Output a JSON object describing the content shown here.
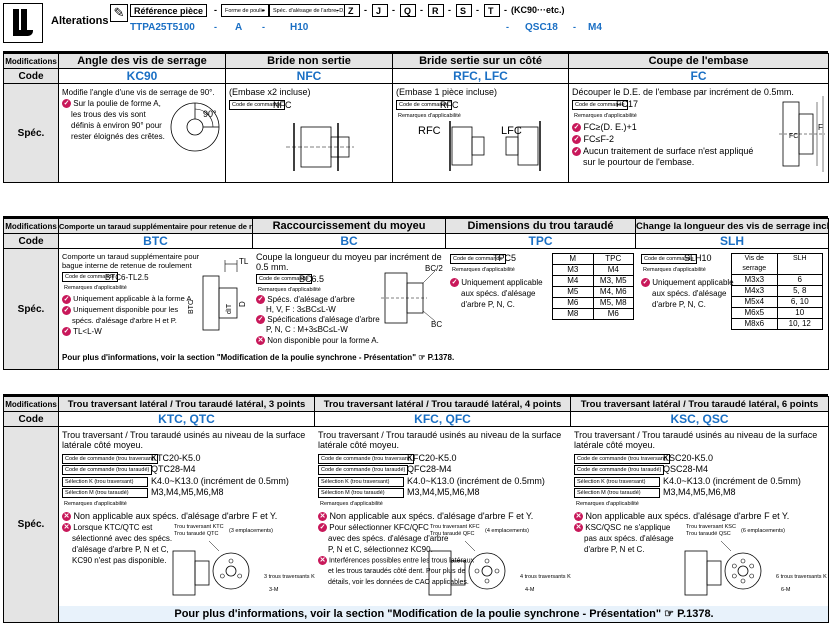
{
  "header": {
    "title": "Alterations",
    "ref_label": "Référence pièce",
    "boxes": [
      "Forme de poulie",
      "Spéc. d'alésage de l'arbre, D, L",
      "Z",
      "J",
      "Q",
      "R",
      "S",
      "T"
    ],
    "suffix": "(KC90···etc.)",
    "example_part": "TTPA25T5100",
    "example_shape": "A",
    "example_bore": "H10",
    "example_code": "QSC18",
    "example_code_value": "M4"
  },
  "labels": {
    "modifications": "Modifications",
    "code": "Code",
    "spec": "Spéc."
  },
  "table1": {
    "columns": [
      {
        "title": "Angle des vis de serrage",
        "code": "KC90",
        "lines": [
          "Modifie l'angle d'une vis de serrage de 90°.",
          "Sur la poulie de forme A,",
          "les trous des vis sont",
          "définis à environ 90° pour",
          "rester éloignés des crêtes."
        ],
        "dim": "90°"
      },
      {
        "title": "Bride non sertie",
        "code": "NFC",
        "lines": [
          "(Embase x2 incluse)"
        ],
        "cmd_label": "Code de commande",
        "cmd": "NFC"
      },
      {
        "title": "Bride sertie sur un côté",
        "code": "RFC, LFC",
        "lines": [
          "(Embase 1 pièce incluse)"
        ],
        "cmd_label": "Code de commande",
        "cmd": "RFC",
        "app_label": "Remarques d'applicabilité",
        "labels": [
          "RFC",
          "LFC"
        ]
      },
      {
        "title": "Coupe de l'embase",
        "code": "FC",
        "lines": [
          "Découper le D.E. de l'embase par incrément de 0.5mm."
        ],
        "cmd_label": "Code de commande",
        "cmd": "FC17",
        "app_label": "Remarques d'applicabilité",
        "rules": [
          "FC≥(D. E.)+1",
          "FC≤F-2",
          "Aucun traitement de surface n'est appliqué",
          "sur le pourtour de l'embase."
        ],
        "dims": [
          "F",
          "FC"
        ]
      }
    ]
  },
  "table2": {
    "columns": [
      {
        "title": "Comporte un taraud supplémentaire pour retenue de roulement",
        "code": "BTC",
        "lines": [
          "Comporte un taraud supplémentaire pour",
          "bague interne de retenue de roulement"
        ],
        "cmd_label": "Code de commande",
        "cmd": "BTC6-TL2.5",
        "app_label": "Remarques d'applicabilité",
        "rules": [
          "Uniquement applicable à la forme A.",
          "Uniquement disponible pour les",
          "spécs. d'alésage d'arbre H et P.",
          "TL<L-W"
        ],
        "dims": [
          "TL",
          "BTC",
          "dIT",
          "D"
        ]
      },
      {
        "title": "Raccourcissement du moyeu",
        "code": "BC",
        "lines": [
          "Coupe la longueur du moyeu par incrément de",
          "0.5 mm."
        ],
        "cmd_label": "Code de commande",
        "cmd": "BC6.5",
        "app_label": "Remarques d'applicabilité",
        "rules": [
          "Spécs. d'alésage d'arbre",
          "H, V, F : 3≤BC≤L-W",
          "Spécifications d'alésage d'arbre",
          "P, N, C : M+3≤BC≤L-W",
          "Non disponible pour la forme A."
        ],
        "dims": [
          "BC/2",
          "BC"
        ]
      },
      {
        "title": "Dimensions du trou taraudé",
        "code": "TPC",
        "cmd_label": "Code de commande",
        "cmd": "TPC5",
        "app_label": "Remarques d'applicabilité",
        "rules": [
          "Uniquement applicable",
          "aux spécs. d'alésage",
          "d'arbre P, N, C."
        ],
        "table_head": [
          "M",
          "TPC"
        ],
        "table_rows": [
          [
            "M3",
            "M4"
          ],
          [
            "M4",
            "M3, M5"
          ],
          [
            "M5",
            "M4, M6"
          ],
          [
            "M6",
            "M5, M8"
          ],
          [
            "M8",
            "M6"
          ]
        ]
      },
      {
        "title": "Change la longueur des vis de serrage incluses.",
        "code": "SLH",
        "cmd_label": "Code de commande",
        "cmd": "SLH10",
        "app_label": "Remarques d'applicabilité",
        "rules": [
          "Uniquement applicable",
          "aux spécs. d'alésage",
          "d'arbre P, N, C."
        ],
        "table_head": [
          "Vis de serrage",
          "SLH"
        ],
        "table_rows": [
          [
            "M3x3",
            "6"
          ],
          [
            "M4x3",
            "5, 8"
          ],
          [
            "M5x4",
            "6, 10"
          ],
          [
            "M6x5",
            "10"
          ],
          [
            "M8x6",
            "10, 12"
          ]
        ]
      }
    ],
    "note": "Pour plus d'informations, voir la section \"Modification de la poulie synchrone - Présentation\"",
    "note_page": "P.1378."
  },
  "table3": {
    "columns": [
      {
        "title": "Trou traversant latéral / Trou taraudé latéral, 3 points",
        "code": "KTC, QTC",
        "lines": [
          "Trou traversant / Trou taraudé usinés au niveau de la surface",
          "latérale côté moyeu."
        ],
        "cmd_label": "Code de commande (trou traversant)",
        "cmd1": "KTC20-K5.0",
        "cmd2_label": "Code de commande (trou taraudé)",
        "cmd2": "QTC28-M4",
        "sel1_label": "Sélection K (trou traversant)",
        "sel1": "K4.0~K13.0 (incrément de 0.5mm)",
        "sel2_label": "Sélection M (trou taraudé)",
        "sel2": "M3,M4,M5,M6,M8",
        "app_label": "Remarques d'applicabilité",
        "rules": [
          "Non applicable aux spécs. d'alésage d'arbre F et Y.",
          "Lorsque KTC/QTC est",
          "sélectionné avec des spécs.",
          "d'alésage d'arbre P, N et C,",
          "KC90 n'est pas disponible."
        ],
        "fig_top": [
          "Trou traversant KTC",
          "Trou taraudé QTC",
          "(3 emplacements)"
        ],
        "fig_side": [
          "3 trous traversants K",
          "3-M"
        ]
      },
      {
        "title": "Trou traversant latéral / Trou taraudé latéral, 4 points",
        "code": "KFC, QFC",
        "lines": [
          "Trou traversant / Trou taraudé usinés au niveau de la surface",
          "latérale côté moyeu."
        ],
        "cmd_label": "Code de commande (trou traversant)",
        "cmd1": "KFC20-K5.0",
        "cmd2_label": "Code de commande (trou taraudé)",
        "cmd2": "QFC28-M4",
        "sel1_label": "Sélection K (trou traversant)",
        "sel1": "K4.0~K13.0 (incrément de 0.5mm)",
        "sel2_label": "Sélection M (trou taraudé)",
        "sel2": "M3,M4,M5,M6,M8",
        "app_label": "Remarques d'applicabilité",
        "rules": [
          "Non applicable aux spécs. d'alésage d'arbre F et Y.",
          "Pour sélectionner KFC/QFC",
          "avec des spécs. d'alésage d'arbre",
          "P, N et C, sélectionnez KC90.",
          "Interférences possibles entre les trous latéraux",
          "et les trous taraudés côté dent. Pour plus de",
          "détails, voir les données de CAO applicables."
        ],
        "fig_top": [
          "Trou traversant KFC",
          "Trou taraudé QFC",
          "(4 emplacements)"
        ],
        "fig_side": [
          "4 trous traversants K",
          "4-M"
        ]
      },
      {
        "title": "Trou traversant latéral / Trou taraudé latéral, 6 points",
        "code": "KSC, QSC",
        "lines": [
          "Trou traversant / Trou taraudé usinés au niveau de la surface",
          "latérale côté moyeu."
        ],
        "cmd_label": "Code de commande (trou traversant)",
        "cmd1": "KSC20-K5.0",
        "cmd2_label": "Code de commande (trou taraudé)",
        "cmd2": "QSC28-M4",
        "sel1_label": "Sélection K (trou traversant)",
        "sel1": "K4.0~K13.0 (incrément de 0.5mm)",
        "sel2_label": "Sélection M (trou taraudé)",
        "sel2": "M3,M4,M5,M6,M8",
        "app_label": "Remarques d'applicabilité",
        "rules": [
          "Non applicable aux spécs. d'alésage d'arbre F et Y.",
          "KSC/QSC ne s'applique",
          "pas aux spécs. d'alésage",
          "d'arbre P, N et C."
        ],
        "fig_top": [
          "Trou traversant KSC",
          "Trou taraudé QSC",
          "(6 emplacements)"
        ],
        "fig_side": [
          "6 trous traversants K",
          "6-M"
        ]
      }
    ],
    "note": "Pour plus d'informations, voir la section \"Modification de la poulie synchrone - Présentation\"",
    "note_page": "P.1378."
  },
  "colors": {
    "accent": "#1a6fc4",
    "mark": "#c8185a",
    "header_bg": "#e4e4e4",
    "note_bg": "#e8f2fb"
  }
}
